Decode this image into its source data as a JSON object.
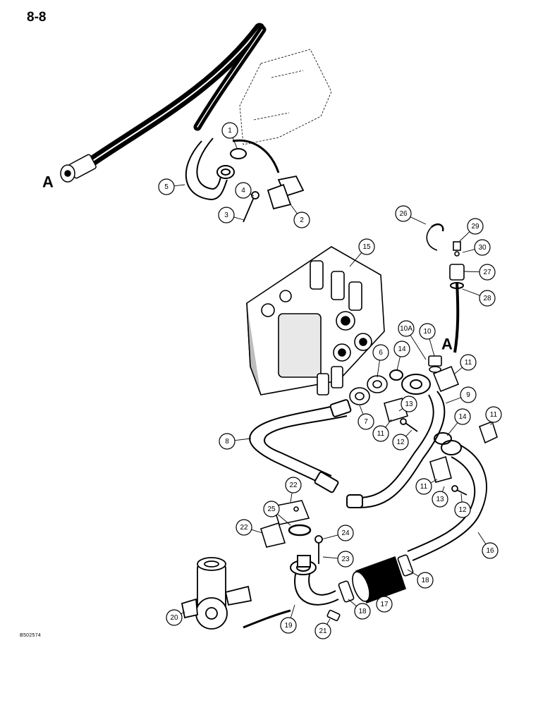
{
  "page": {
    "number": "8-8",
    "figure_code": "B502574"
  },
  "connection_label": "A",
  "callouts": [
    "1",
    "2",
    "3",
    "4",
    "5",
    "6",
    "7",
    "8",
    "9",
    "10",
    "10A",
    "11",
    "12",
    "13",
    "14",
    "15",
    "16",
    "17",
    "18",
    "19",
    "20",
    "21",
    "22",
    "23",
    "24",
    "25",
    "26",
    "27",
    "28",
    "29",
    "30"
  ],
  "colors": {
    "ink": "#000000",
    "paper": "#ffffff",
    "body_shade": "#bdbdbd"
  }
}
